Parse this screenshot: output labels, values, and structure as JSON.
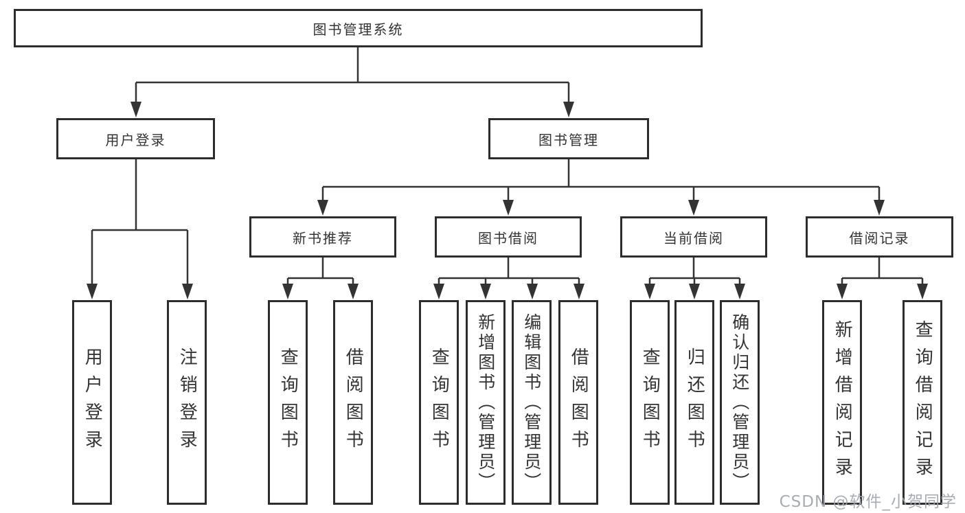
{
  "diagram": {
    "root": {
      "label": "图书管理系统"
    },
    "level2": [
      {
        "label": "用户登录"
      },
      {
        "label": "图书管理"
      }
    ],
    "level3": [
      {
        "label": "新书推荐"
      },
      {
        "label": "图书借阅"
      },
      {
        "label": "当前借阅"
      },
      {
        "label": "借阅记录"
      }
    ],
    "leaves": [
      {
        "label": "用户登录"
      },
      {
        "label": "注销登录"
      },
      {
        "label": "查询图书"
      },
      {
        "label": "借阅图书"
      },
      {
        "label": "查询图书"
      },
      {
        "label": "新增图书（管理员）"
      },
      {
        "label": "编辑图书（管理员）"
      },
      {
        "label": "借阅图书"
      },
      {
        "label": "查询图书"
      },
      {
        "label": "归还图书"
      },
      {
        "label": "确认归还（管理员）"
      },
      {
        "label": "新增借阅记录"
      },
      {
        "label": "查询借阅记录"
      }
    ]
  },
  "watermark": {
    "text": "CSDN @软件_小贺同学"
  },
  "colors": {
    "line": "#333333",
    "box_border": "#2d2d2d",
    "text": "#333333",
    "background": "#ffffff",
    "watermark": "#a0a5ac"
  }
}
